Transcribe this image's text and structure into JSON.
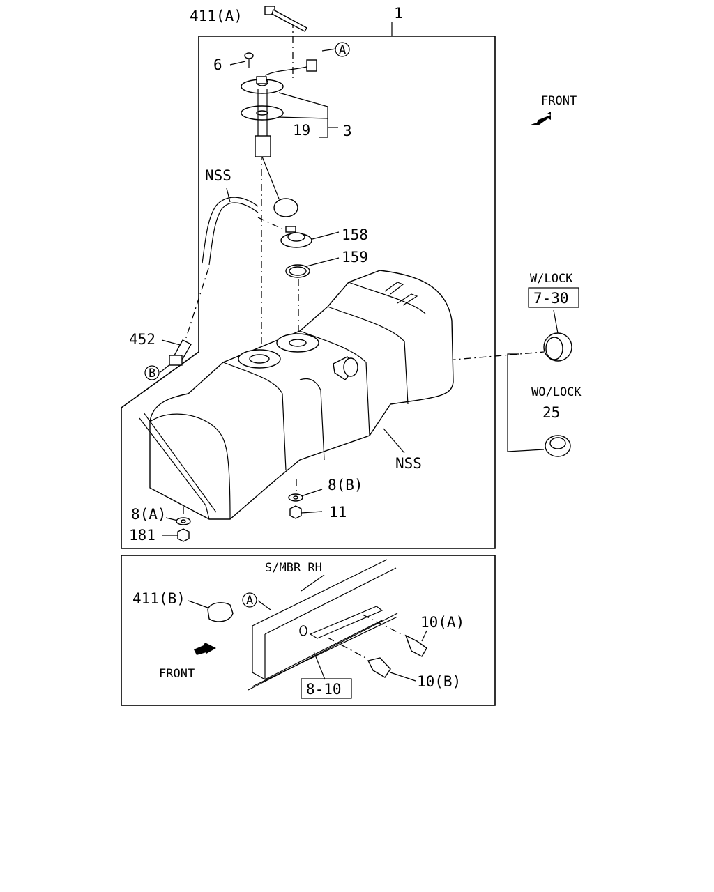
{
  "diagram": {
    "callouts": {
      "p411a": "411(A)",
      "p1": "1",
      "p6": "6",
      "pA_top": "A",
      "p19": "19",
      "p3": "3",
      "nss_top": "NSS",
      "p158": "158",
      "p159": "159",
      "p452": "452",
      "pB": "B",
      "front_top": "FRONT",
      "wlock": "W/LOCK",
      "ref_730": "7-30",
      "wolock": "WO/LOCK",
      "p25": "25",
      "nss_bottom": "NSS",
      "p8b": "8(B)",
      "p11": "11",
      "p8a": "8(A)",
      "p181": "181",
      "smbr": "S/MBR RH",
      "p411b": "411(B)",
      "pA_bottom": "A",
      "p10a": "10(A)",
      "front_bottom": "FRONT",
      "ref_810": "8-10",
      "p10b": "10(B)"
    }
  }
}
